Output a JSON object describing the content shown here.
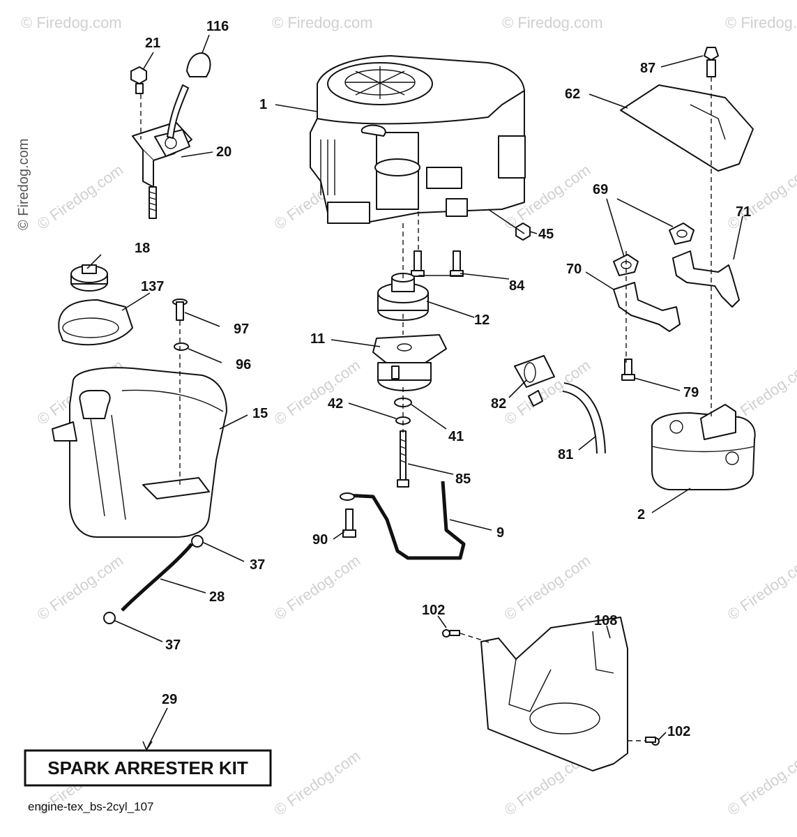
{
  "diagram": {
    "caption": "engine-tex_bs-2cyl_107",
    "kit_label": "SPARK ARRESTER KIT",
    "watermark": "© Firedog.com",
    "colors": {
      "ink": "#111111",
      "watermark": "#d0d0d0",
      "background": "#ffffff"
    },
    "callouts": [
      {
        "id": "c116",
        "label": "116"
      },
      {
        "id": "c21",
        "label": "21"
      },
      {
        "id": "c20",
        "label": "20"
      },
      {
        "id": "c1",
        "label": "1"
      },
      {
        "id": "c87",
        "label": "87"
      },
      {
        "id": "c62",
        "label": "62"
      },
      {
        "id": "c18",
        "label": "18"
      },
      {
        "id": "c137",
        "label": "137"
      },
      {
        "id": "c45",
        "label": "45"
      },
      {
        "id": "c69",
        "label": "69"
      },
      {
        "id": "c71",
        "label": "71"
      },
      {
        "id": "c70",
        "label": "70"
      },
      {
        "id": "c84",
        "label": "84"
      },
      {
        "id": "c12",
        "label": "12"
      },
      {
        "id": "c97",
        "label": "97"
      },
      {
        "id": "c11",
        "label": "11"
      },
      {
        "id": "c96",
        "label": "96"
      },
      {
        "id": "c79",
        "label": "79"
      },
      {
        "id": "c82",
        "label": "82"
      },
      {
        "id": "c15",
        "label": "15"
      },
      {
        "id": "c42",
        "label": "42"
      },
      {
        "id": "c41",
        "label": "41"
      },
      {
        "id": "c81",
        "label": "81"
      },
      {
        "id": "c85",
        "label": "85"
      },
      {
        "id": "c2",
        "label": "2"
      },
      {
        "id": "c9",
        "label": "9"
      },
      {
        "id": "c90",
        "label": "90"
      },
      {
        "id": "c37a",
        "label": "37"
      },
      {
        "id": "c28",
        "label": "28"
      },
      {
        "id": "c37b",
        "label": "37"
      },
      {
        "id": "c102a",
        "label": "102"
      },
      {
        "id": "c108",
        "label": "108"
      },
      {
        "id": "c29",
        "label": "29"
      },
      {
        "id": "c102b",
        "label": "102"
      }
    ]
  }
}
